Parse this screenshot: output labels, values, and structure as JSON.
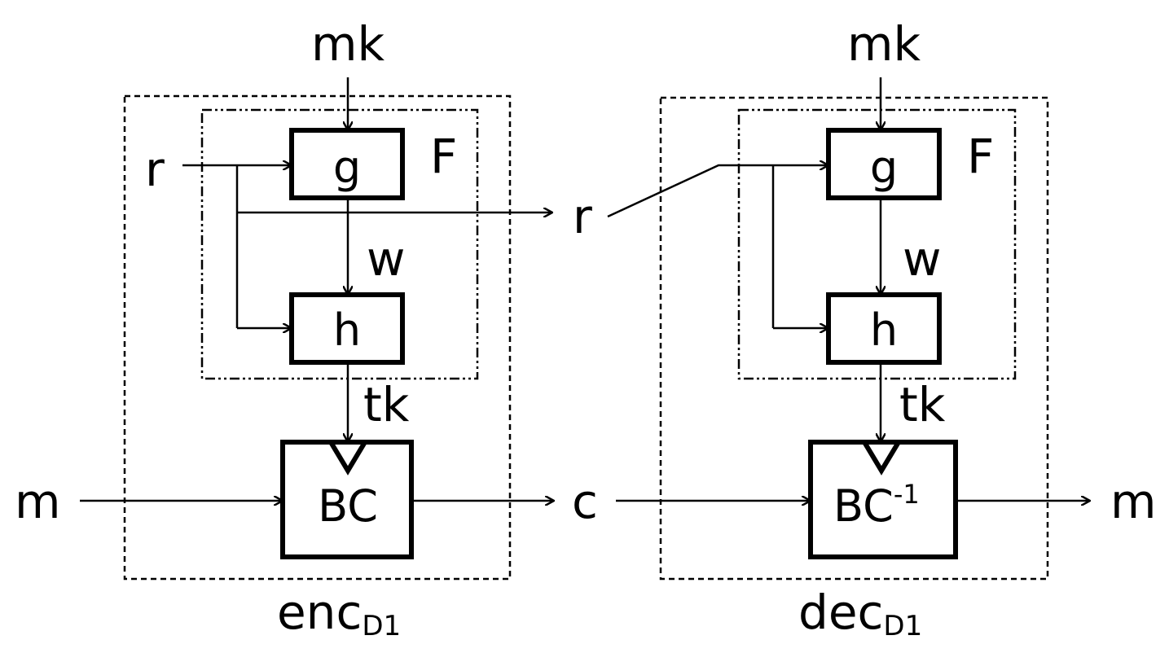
{
  "encoder": {
    "label": "enc",
    "label_sub": "D1",
    "mk": "mk",
    "r": "r",
    "F": "F",
    "g": "g",
    "w": "w",
    "h": "h",
    "tk": "tk",
    "m": "m",
    "block": "BC"
  },
  "channel": {
    "r": "r",
    "c": "c"
  },
  "decoder": {
    "label": "dec",
    "label_sub": "D1",
    "mk": "mk",
    "F": "F",
    "g": "g",
    "w": "w",
    "h": "h",
    "tk": "tk",
    "block": "BC",
    "block_sup": "-1",
    "m": "m"
  },
  "colors": {
    "stroke": "#000000",
    "background": "#ffffff"
  }
}
